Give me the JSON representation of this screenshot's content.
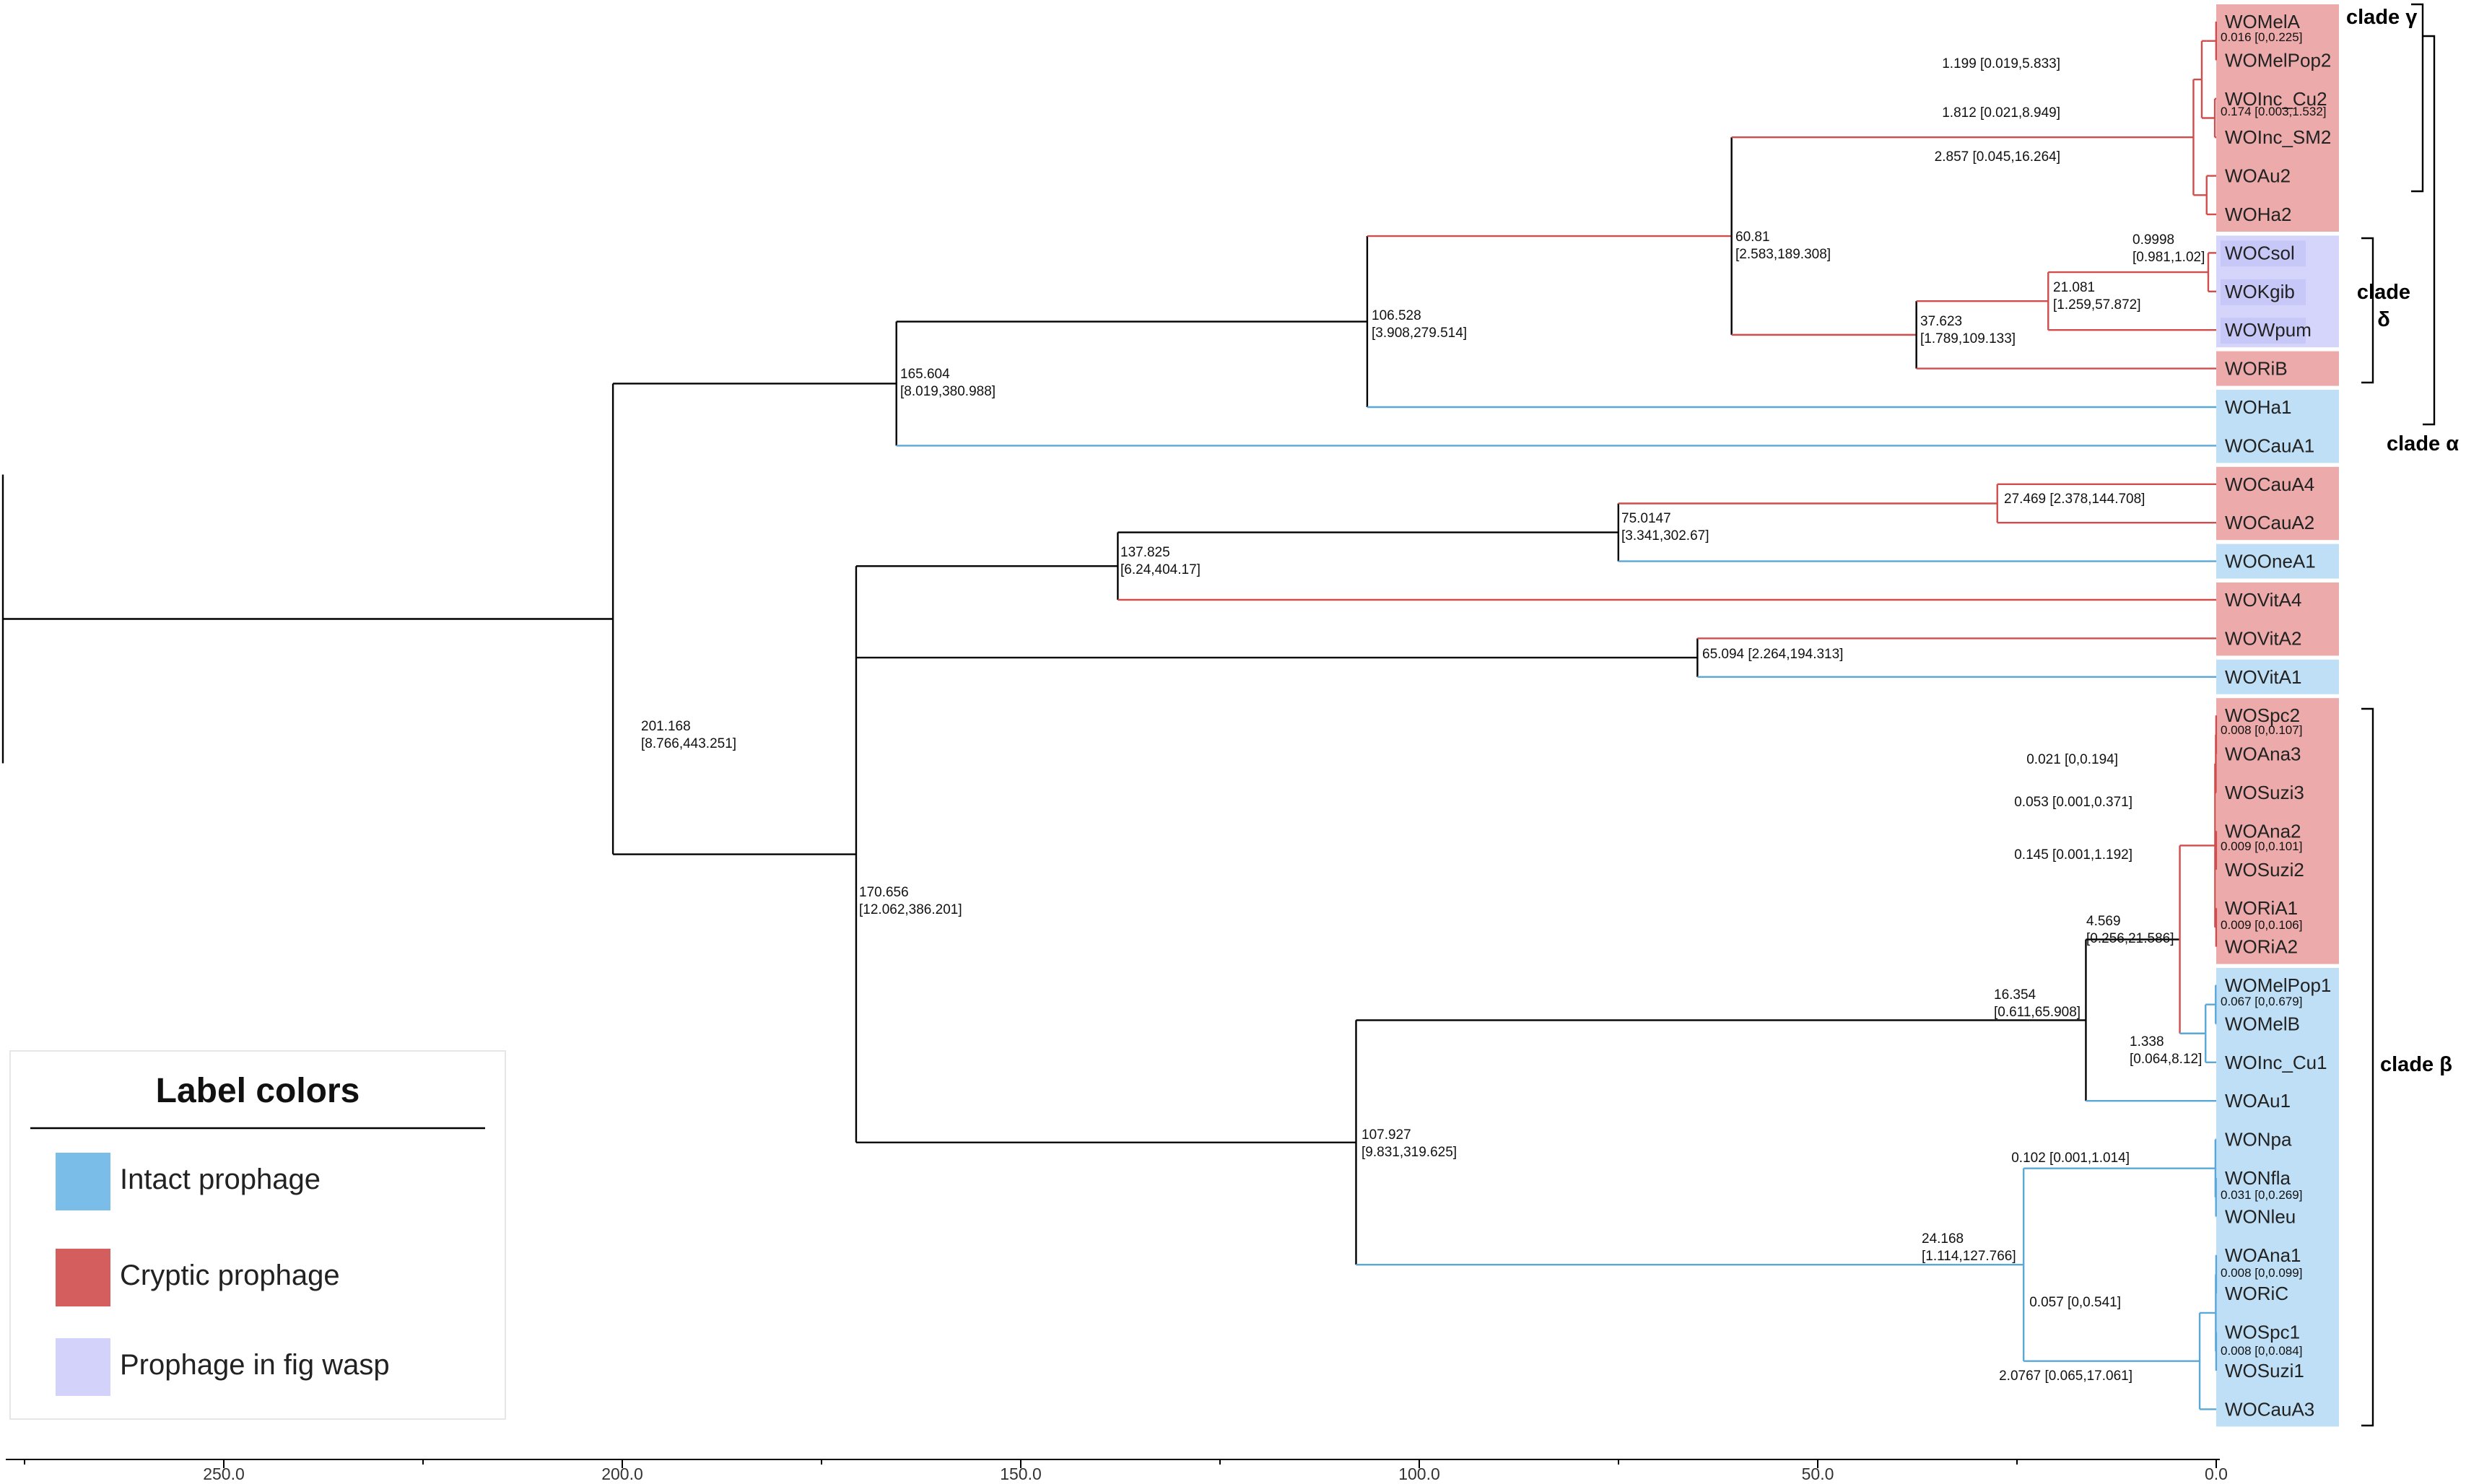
{
  "colors": {
    "intact": "#79bde8",
    "cryptic": "#d45d5d",
    "figwasp": "#d2d2fb",
    "black_branch": "#000000",
    "red_branch": "#d04d4d",
    "blue_branch": "#5aa8d8",
    "cryptic_bg": "#ecaaaa",
    "intact_bg": "#bedff5",
    "figwasp_bg": "#d5d5fb"
  },
  "leaves": [
    {
      "name": "WOMelA",
      "type": "cryptic"
    },
    {
      "name": "WOMelPop2",
      "type": "cryptic"
    },
    {
      "name": "WOInc_Cu2",
      "type": "cryptic"
    },
    {
      "name": "WOInc_SM2",
      "type": "cryptic"
    },
    {
      "name": "WOAu2",
      "type": "cryptic"
    },
    {
      "name": "WOHa2",
      "type": "cryptic"
    },
    {
      "name": "WOCsol",
      "type": "figwasp"
    },
    {
      "name": "WOKgib",
      "type": "figwasp"
    },
    {
      "name": "WOWpum",
      "type": "figwasp"
    },
    {
      "name": "WORiB",
      "type": "cryptic"
    },
    {
      "name": "WOHa1",
      "type": "intact"
    },
    {
      "name": "WOCauA1",
      "type": "intact"
    },
    {
      "name": "WOCauA4",
      "type": "cryptic"
    },
    {
      "name": "WOCauA2",
      "type": "cryptic"
    },
    {
      "name": "WOOneA1",
      "type": "intact"
    },
    {
      "name": "WOVitA4",
      "type": "cryptic"
    },
    {
      "name": "WOVitA2",
      "type": "cryptic"
    },
    {
      "name": "WOVitA1",
      "type": "intact"
    },
    {
      "name": "WOSpc2",
      "type": "cryptic"
    },
    {
      "name": "WOAna3",
      "type": "cryptic"
    },
    {
      "name": "WOSuzi3",
      "type": "cryptic"
    },
    {
      "name": "WOAna2",
      "type": "cryptic"
    },
    {
      "name": "WOSuzi2",
      "type": "cryptic"
    },
    {
      "name": "WORiA1",
      "type": "cryptic"
    },
    {
      "name": "WORiA2",
      "type": "cryptic"
    },
    {
      "name": "WOMelPop1",
      "type": "intact"
    },
    {
      "name": "WOMelB",
      "type": "intact"
    },
    {
      "name": "WOInc_Cu1",
      "type": "intact"
    },
    {
      "name": "WOAu1",
      "type": "intact"
    },
    {
      "name": "WONpa",
      "type": "intact"
    },
    {
      "name": "WONfla",
      "type": "intact"
    },
    {
      "name": "WONleu",
      "type": "intact"
    },
    {
      "name": "WOAna1",
      "type": "intact"
    },
    {
      "name": "WORiC",
      "type": "intact"
    },
    {
      "name": "WOSpc1",
      "type": "intact"
    },
    {
      "name": "WOSuzi1",
      "type": "intact"
    },
    {
      "name": "WOCauA3",
      "type": "intact"
    }
  ],
  "node_labels": [
    {
      "line1": "201.168",
      "line2": "[8.766,443.251]"
    },
    {
      "line1": "165.604",
      "line2": "[8.019,380.988]"
    },
    {
      "line1": "106.528",
      "line2": "[3.908,279.514]"
    },
    {
      "line1": "60.81",
      "line2": "[2.583,189.308]"
    },
    {
      "line1": "2.857 [0.045,16.264]",
      "line2": ""
    },
    {
      "line1": "1.199 [0.019,5.833]",
      "line2": ""
    },
    {
      "line1": "0.016 [0,0.225]",
      "line2": ""
    },
    {
      "line1": "1.812 [0.021,8.949]",
      "line2": ""
    },
    {
      "line1": "0.174 [0.003,1.532]",
      "line2": ""
    },
    {
      "line1": "37.623",
      "line2": "[1.789,109.133]"
    },
    {
      "line1": "21.081",
      "line2": "[1.259,57.872]"
    },
    {
      "line1": "0.9998",
      "line2": "[0.981,1.02]"
    },
    {
      "line1": "137.825",
      "line2": "[6.24,404.17]"
    },
    {
      "line1": "75.0147",
      "line2": "[3.341,302.67]"
    },
    {
      "line1": "27.469 [2.378,144.708]",
      "line2": ""
    },
    {
      "line1": "170.656",
      "line2": "[12.062,386.201]"
    },
    {
      "line1": "65.094 [2.264,194.313]",
      "line2": ""
    },
    {
      "line1": "107.927",
      "line2": "[9.831,319.625]"
    },
    {
      "line1": "16.354",
      "line2": "[0.611,65.908]"
    },
    {
      "line1": "4.569",
      "line2": "[0.256,21.586]"
    },
    {
      "line1": "0.008 [0,0.107]",
      "line2": ""
    },
    {
      "line1": "0.021 [0,0.194]",
      "line2": ""
    },
    {
      "line1": "0.053 [0.001,0.371]",
      "line2": ""
    },
    {
      "line1": "0.009 [0,0.101]",
      "line2": ""
    },
    {
      "line1": "0.145 [0.001,1.192]",
      "line2": ""
    },
    {
      "line1": "0.009 [0,0.106]",
      "line2": ""
    },
    {
      "line1": "0.067 [0,0.679]",
      "line2": ""
    },
    {
      "line1": "1.338",
      "line2": "[0.064,8.12]"
    },
    {
      "line1": "24.168",
      "line2": "[1.114,127.766]"
    },
    {
      "line1": "0.102 [0.001,1.014]",
      "line2": ""
    },
    {
      "line1": "0.031 [0,0.269]",
      "line2": ""
    },
    {
      "line1": "0.008 [0,0.099]",
      "line2": ""
    },
    {
      "line1": "0.057 [0,0.541]",
      "line2": ""
    },
    {
      "line1": "0.008 [0,0.084]",
      "line2": ""
    },
    {
      "line1": "2.0767 [0.065,17.061]",
      "line2": ""
    }
  ],
  "clades": [
    {
      "label": "clade γ",
      "line2": ""
    },
    {
      "label": "clade",
      "line2": "δ"
    },
    {
      "label": "clade α",
      "line2": ""
    },
    {
      "label": "clade β",
      "line2": ""
    }
  ],
  "axis": {
    "ticks": [
      "250.0",
      "200.0",
      "150.0",
      "100.0",
      "50.0",
      "0.0"
    ],
    "tick_values": [
      250,
      200,
      150,
      100,
      50,
      0
    ],
    "min": 0,
    "max": 278
  },
  "legend": {
    "title": "Label colors",
    "items": [
      {
        "label": "Intact prophage",
        "type": "intact"
      },
      {
        "label": "Cryptic prophage",
        "type": "cryptic"
      },
      {
        "label": "Prophage in fig wasp",
        "type": "figwasp"
      }
    ]
  }
}
